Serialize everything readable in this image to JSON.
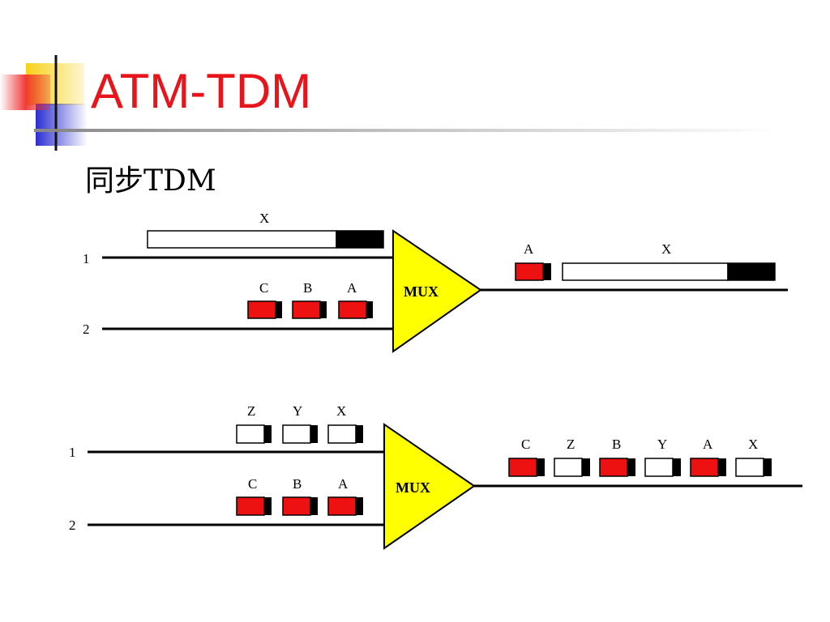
{
  "slide": {
    "title": "ATM-TDM",
    "subtitle": "同步TDM"
  },
  "colors": {
    "title": "#e8141c",
    "mux_fill": "#ffff00",
    "cell_red": "#ee1111",
    "cell_black": "#000000",
    "deco_yellow": "#f7d21a",
    "deco_red": "#ee2a2a",
    "deco_blue": "#2b2fd0"
  },
  "diagram1": {
    "line1_label": "1",
    "line2_label": "2",
    "mux_label": "MUX",
    "input1_cell_label": "X",
    "input2_cells": [
      {
        "label": "C",
        "color": "red"
      },
      {
        "label": "B",
        "color": "red"
      },
      {
        "label": "A",
        "color": "red"
      }
    ],
    "output_cells": [
      {
        "label": "A",
        "color": "red"
      },
      {
        "label": "X",
        "color": "white"
      }
    ]
  },
  "diagram2": {
    "line1_label": "1",
    "line2_label": "2",
    "mux_label": "MUX",
    "input1_cells": [
      {
        "label": "Z",
        "color": "white"
      },
      {
        "label": "Y",
        "color": "white"
      },
      {
        "label": "X",
        "color": "white"
      }
    ],
    "input2_cells": [
      {
        "label": "C",
        "color": "red"
      },
      {
        "label": "B",
        "color": "red"
      },
      {
        "label": "A",
        "color": "red"
      }
    ],
    "output_cells": [
      {
        "label": "C",
        "color": "red"
      },
      {
        "label": "Z",
        "color": "white"
      },
      {
        "label": "B",
        "color": "red"
      },
      {
        "label": "Y",
        "color": "white"
      },
      {
        "label": "A",
        "color": "red"
      },
      {
        "label": "X",
        "color": "white"
      }
    ]
  }
}
